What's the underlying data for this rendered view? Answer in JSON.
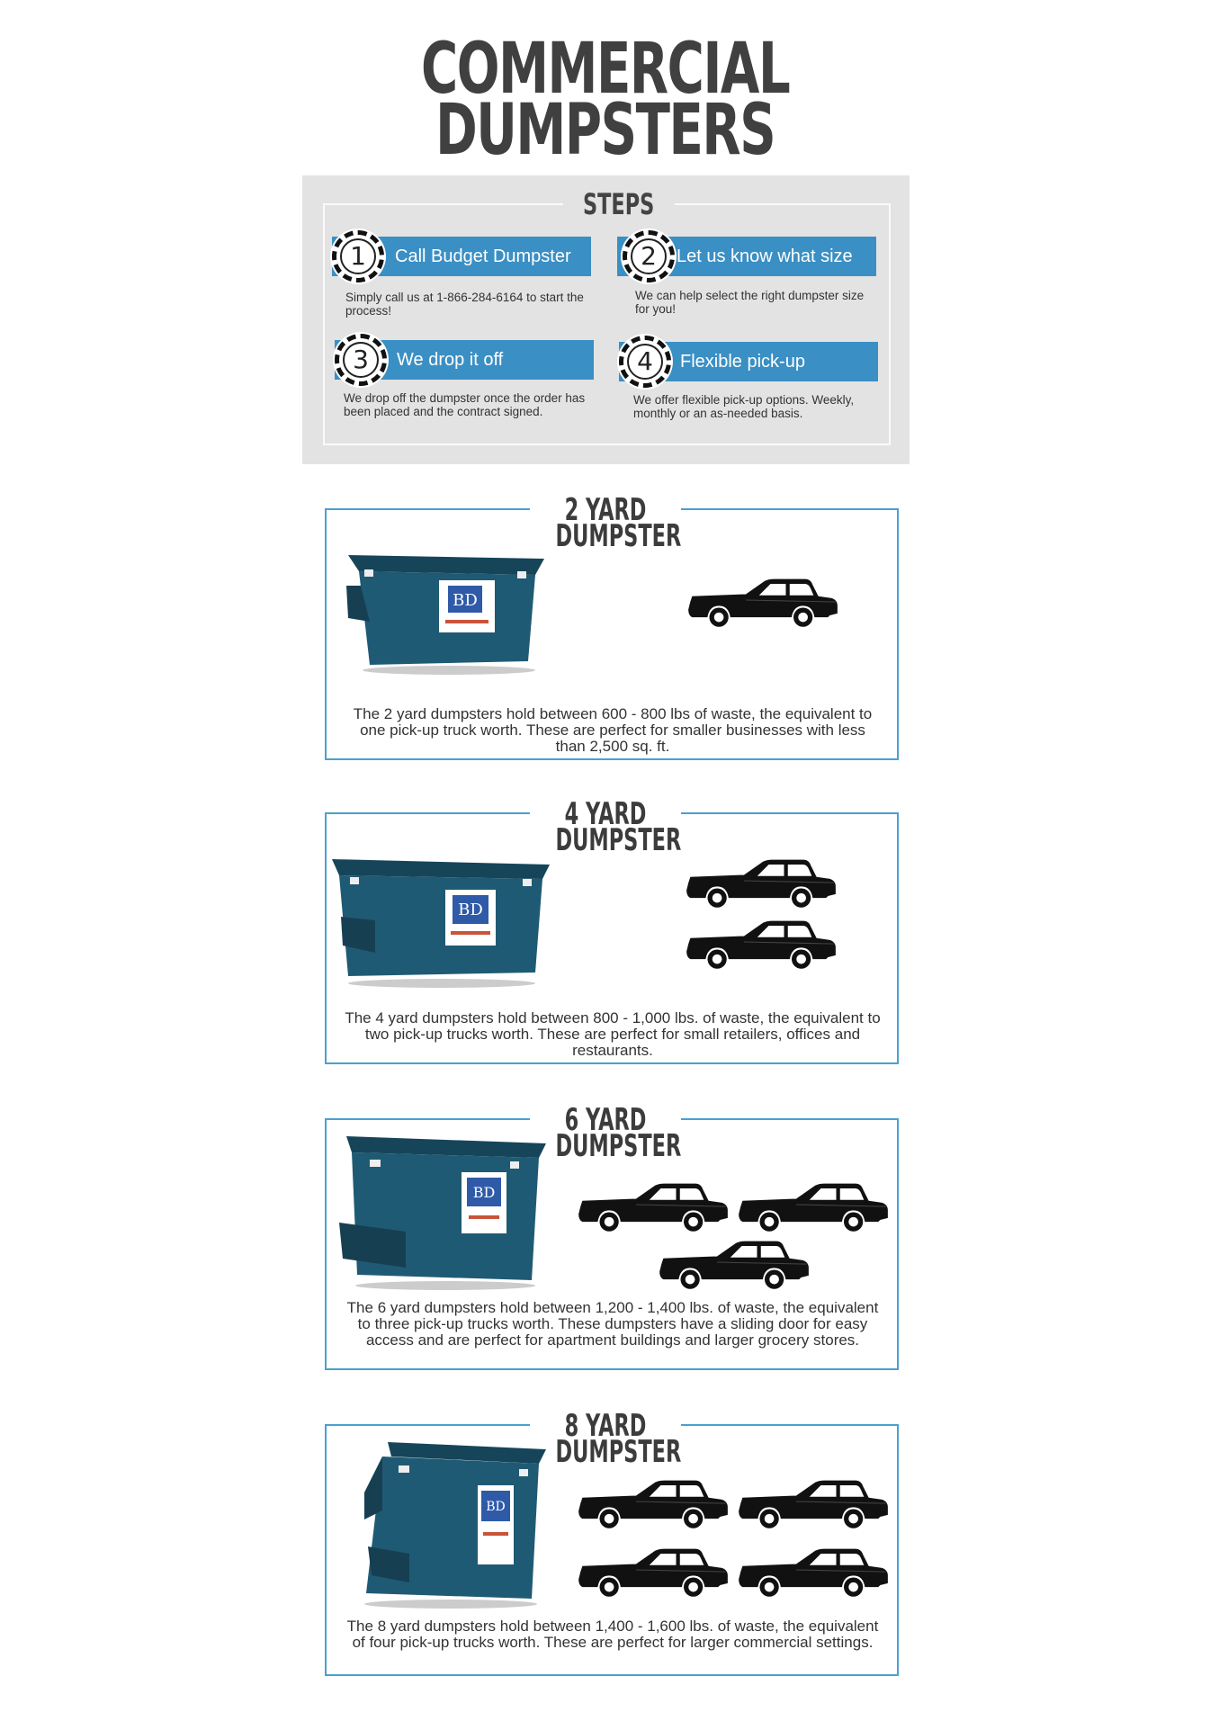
{
  "title": {
    "line1": "COMMERCIAL",
    "line2": "DUMPSTERS"
  },
  "steps": {
    "heading": "STEPS",
    "items": [
      {
        "number": "1",
        "label": "Call Budget Dumpster",
        "description": "Simply call us at 1-866-284-6164 to start the process!"
      },
      {
        "number": "2",
        "label": "Let us know what size",
        "description": "We can help select the right dumpster size for you!"
      },
      {
        "number": "3",
        "label": "We drop it off",
        "description": "We drop off the dumpster once the order has been placed and the contract signed."
      },
      {
        "number": "4",
        "label": "Flexible pick-up",
        "description": "We offer flexible pick-up options.  Weekly, monthly or an as-needed basis."
      }
    ]
  },
  "sections": [
    {
      "size": "2 YARD",
      "kind": "DUMPSTER",
      "trucks": 1,
      "description": "The 2 yard dumpsters hold between 600 - 800 lbs of waste, the equivalent to one pick-up truck worth.  These are perfect for smaller businesses with less than 2,500 sq. ft."
    },
    {
      "size": "4 YARD",
      "kind": "DUMPSTER",
      "trucks": 2,
      "description": "The 4 yard dumpsters hold between 800 - 1,000 lbs. of waste, the equivalent to two pick-up trucks worth.  These are perfect for small retailers, offices and restaurants."
    },
    {
      "size": "6 YARD",
      "kind": "DUMPSTER",
      "trucks": 3,
      "description": "The 6 yard dumpsters hold between 1,200 - 1,400 lbs. of waste, the equivalent to three pick-up trucks worth.  These dumpsters have a sliding door for easy access and are perfect for apartment buildings and larger grocery stores."
    },
    {
      "size": "8 YARD",
      "kind": "DUMPSTER",
      "trucks": 4,
      "description": "The 8 yard dumpsters hold between 1,400 - 1,600 lbs. of waste, the equivalent of four pick-up trucks worth.  These are perfect for larger commercial settings."
    }
  ],
  "colors": {
    "accent": "#3a8fc4",
    "border": "#4aa0d0",
    "panel": "#e3e3e3",
    "dumpster": "#1f5a74",
    "truck": "#111111"
  },
  "icons": {
    "dumpster": "dumpster-icon",
    "truck": "pickup-truck-icon"
  }
}
